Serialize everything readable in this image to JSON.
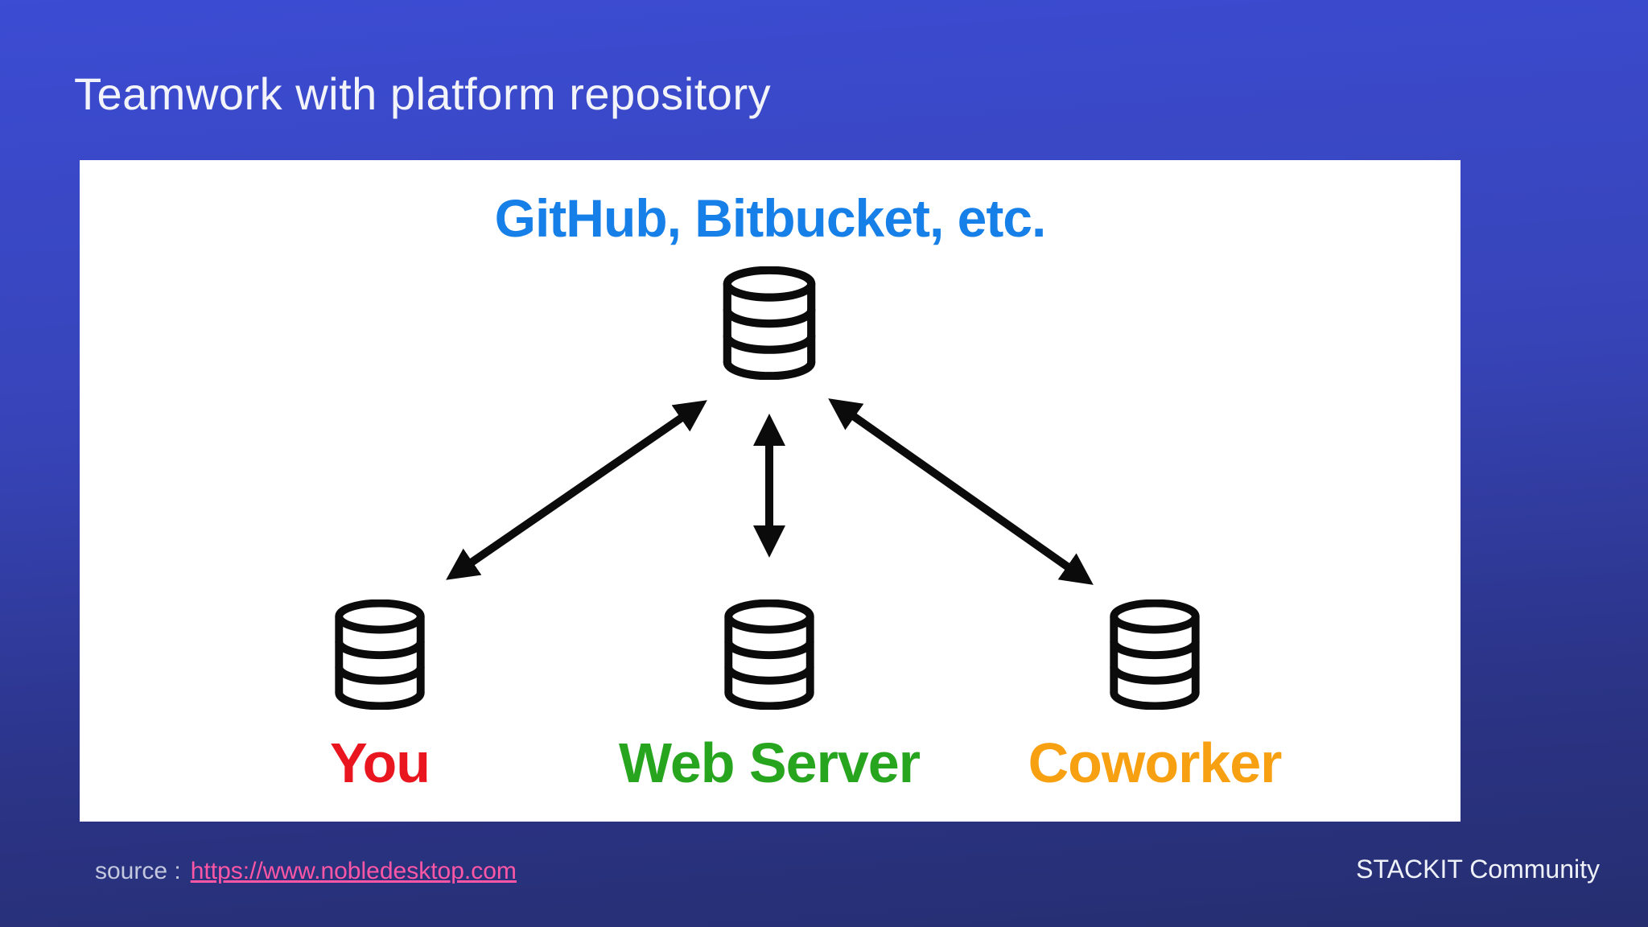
{
  "slide": {
    "title": "Teamwork with platform repository",
    "footer": {
      "source_label": "source :",
      "source_link": "https://www.nobledesktop.com",
      "community_label": "STACKIT Community"
    }
  },
  "diagram": {
    "platform_label": "GitHub, Bitbucket, etc.",
    "platform_icon": "database-icon",
    "nodes": [
      {
        "id": "you",
        "label": "You",
        "color": "#e9151f",
        "icon": "database-icon"
      },
      {
        "id": "web-server",
        "label": "Web Server",
        "color": "#27a51f",
        "icon": "database-icon"
      },
      {
        "id": "coworker",
        "label": "Coworker",
        "color": "#f7a011",
        "icon": "database-icon"
      }
    ],
    "connections": [
      {
        "from": "you",
        "to": "platform",
        "style": "double-headed-arrow"
      },
      {
        "from": "web-server",
        "to": "platform",
        "style": "double-headed-arrow"
      },
      {
        "from": "coworker",
        "to": "platform",
        "style": "double-headed-arrow"
      }
    ],
    "colors": {
      "platform_text": "#1680e8",
      "arrow": "#0b0b0b",
      "panel_background": "#ffffff",
      "link": "#ff57a5",
      "background_top": "#3c4cd3",
      "background_bottom": "#262e70"
    }
  }
}
